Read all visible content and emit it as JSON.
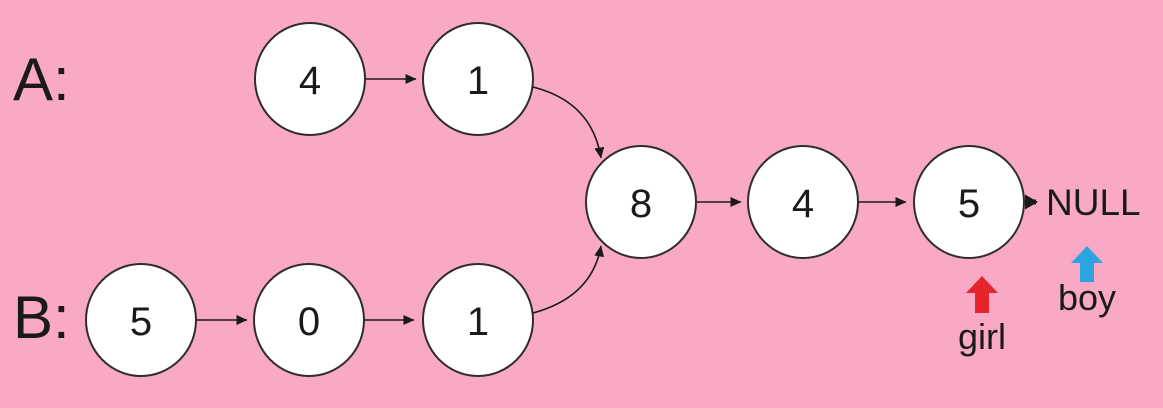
{
  "colors": {
    "background": "#F9A8C5",
    "node_fill": "#FFFFFF",
    "node_stroke": "#2D2D2D",
    "line": "#1A1A1A",
    "girl_arrow": "#E6242B",
    "boy_arrow": "#2AA5E0"
  },
  "list_a": {
    "label": "A:",
    "nodes": [
      "4",
      "1"
    ]
  },
  "list_b": {
    "label": "B:",
    "nodes": [
      "5",
      "0",
      "1"
    ]
  },
  "merged_list": {
    "nodes": [
      "8",
      "4",
      "5"
    ],
    "terminator": "NULL"
  },
  "pointers": {
    "girl": {
      "label": "girl"
    },
    "boy": {
      "label": "boy"
    }
  }
}
